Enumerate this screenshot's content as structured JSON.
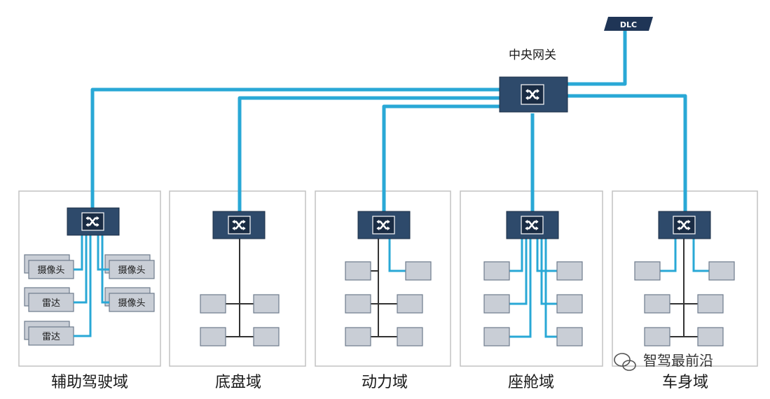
{
  "gateway": {
    "label": "中央网关"
  },
  "dlc": {
    "label": "DLC"
  },
  "domains": [
    {
      "label": "辅助驾驶域",
      "devices_left": [
        "摄像头",
        "雷达",
        "雷达"
      ],
      "devices_right": [
        "摄像头",
        "摄像头"
      ]
    },
    {
      "label": "底盘域"
    },
    {
      "label": "动力域"
    },
    {
      "label": "座舱域"
    },
    {
      "label": "车身域"
    }
  ],
  "watermark": {
    "text": "智驾最前沿"
  },
  "colors": {
    "backbone": "#29a8d6",
    "switch": "#2e4a6b",
    "device_fill": "#c9ced6",
    "device_border": "#6e7b8c",
    "domain_border": "#c2c2c2"
  }
}
